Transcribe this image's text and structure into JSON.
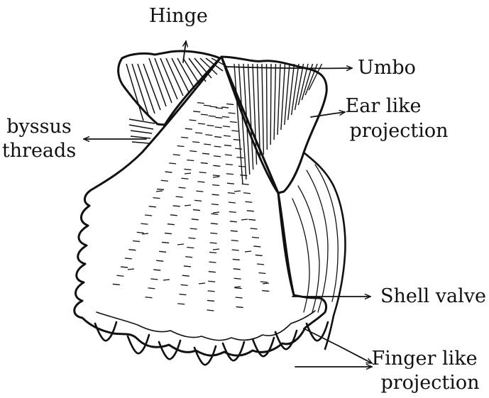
{
  "labels": {
    "hinge": "Hinge",
    "umbo": "Umbo",
    "ear_line1": "Ear like",
    "ear_line2": "projection",
    "byssus_line1": "byssus",
    "byssus_line2": "threads",
    "shell_valve": "Shell valve",
    "finger_line1": "Finger like",
    "finger_line2": "projection"
  },
  "colors": {
    "ink": "#111111",
    "background": "#ffffff"
  }
}
